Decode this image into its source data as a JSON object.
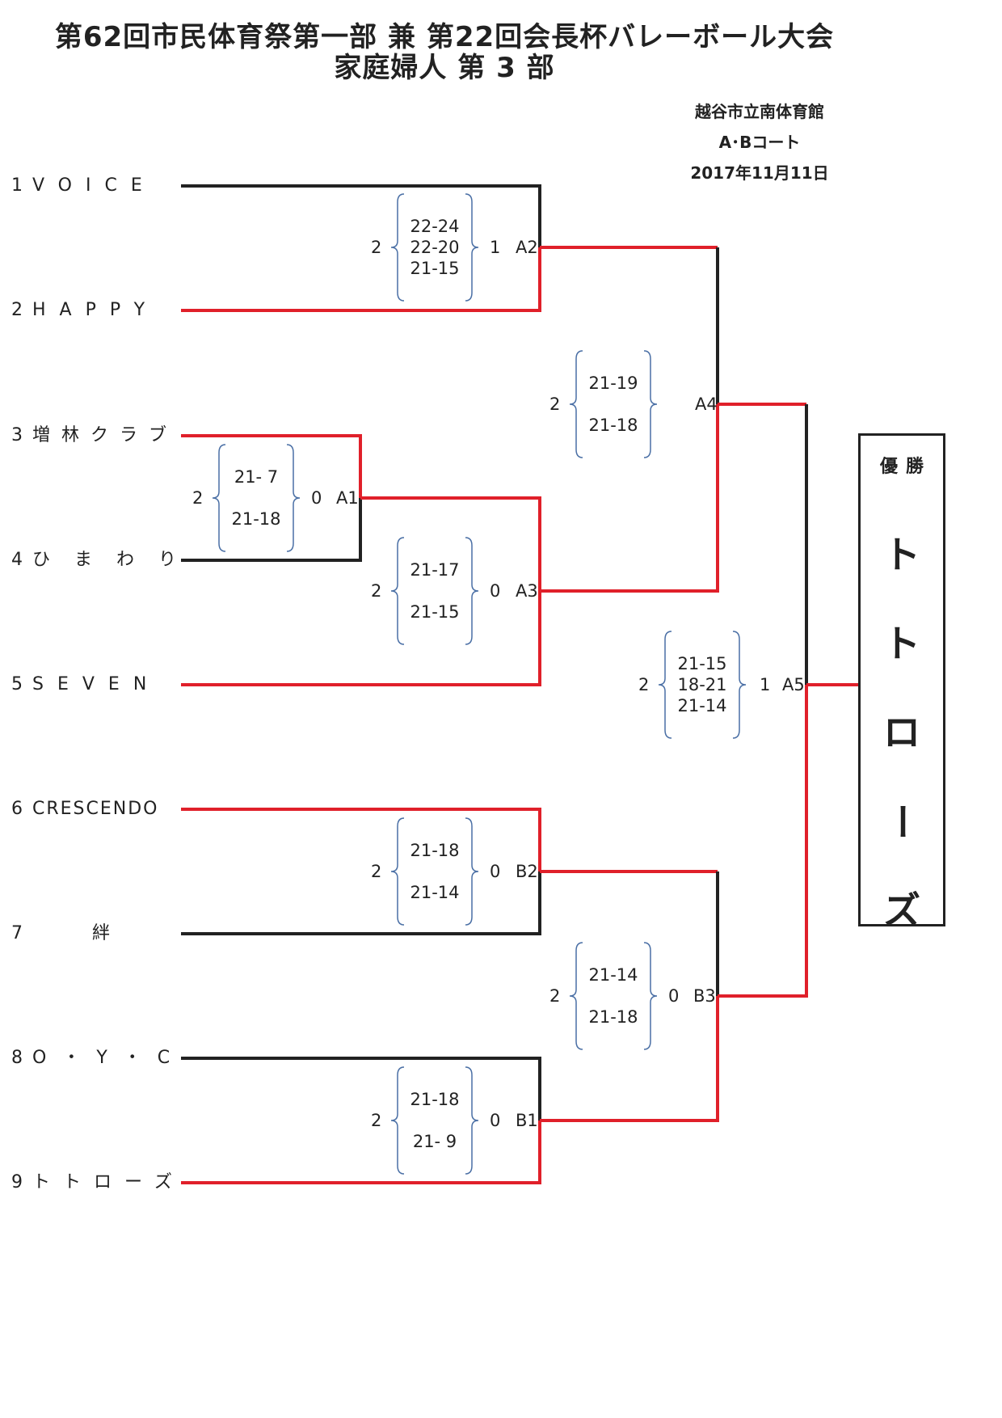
{
  "title": {
    "line1": "第62回市民体育祭第一部 兼 第22回会長杯バレーボール大会",
    "line2": "家庭婦人 第 3 部"
  },
  "meta": {
    "venue": "越谷市立南体育館",
    "court": "A･Bコート",
    "date": "2017年11月11日"
  },
  "teams": [
    {
      "num": "1",
      "name": "VOICE"
    },
    {
      "num": "2",
      "name": "HAPPY"
    },
    {
      "num": "3",
      "name": "増林クラブ"
    },
    {
      "num": "4",
      "name": "ひまわり"
    },
    {
      "num": "5",
      "name": "SEVEN"
    },
    {
      "num": "6",
      "name": "CRESCENDO"
    },
    {
      "num": "7",
      "name": "絆"
    },
    {
      "num": "8",
      "name": "O・Y・C"
    },
    {
      "num": "9",
      "name": "トトローズ"
    }
  ],
  "matches": {
    "A1": {
      "code": "A1",
      "left": "2",
      "right": "0",
      "sets": [
        "21- 7",
        "21-18"
      ]
    },
    "A2": {
      "code": "A2",
      "left": "2",
      "right": "1",
      "sets": [
        "22-24",
        "22-20",
        "21-15"
      ]
    },
    "A3": {
      "code": "A3",
      "left": "2",
      "right": "0",
      "sets": [
        "21-17",
        "21-15"
      ]
    },
    "A4": {
      "code": "A4",
      "left": "2",
      "right": "",
      "sets": [
        "21-19",
        "21-18"
      ]
    },
    "A5": {
      "code": "A5",
      "left": "2",
      "right": "1",
      "sets": [
        "21-15",
        "18-21",
        "21-14"
      ]
    },
    "B1": {
      "code": "B1",
      "left": "2",
      "right": "0",
      "sets": [
        "21-18",
        "21- 9"
      ]
    },
    "B2": {
      "code": "B2",
      "left": "2",
      "right": "0",
      "sets": [
        "21-18",
        "21-14"
      ]
    },
    "B3": {
      "code": "B3",
      "left": "2",
      "right": "0",
      "sets": [
        "21-14",
        "21-18"
      ]
    }
  },
  "champion": {
    "label": "優勝",
    "chars": [
      "ト",
      "ト",
      "ロ",
      "ー",
      "ズ"
    ]
  },
  "colors": {
    "winner_line": "#e0202a",
    "loser_line": "#222222",
    "brace": "#4a6fa5"
  }
}
